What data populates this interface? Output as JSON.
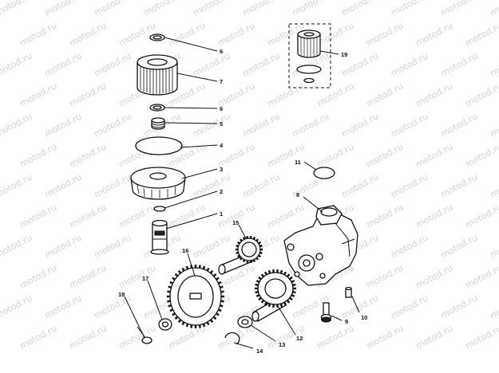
{
  "watermark": "motod.ru",
  "callouts": [
    "1",
    "2",
    "3",
    "4",
    "5",
    "6",
    "7",
    "8",
    "9",
    "10",
    "11",
    "12",
    "13",
    "14",
    "15",
    "16",
    "17",
    "18",
    "19"
  ],
  "callout_labels": {
    "c6a": "6",
    "c7": "7",
    "c6b": "6",
    "c5": "5",
    "c4": "4",
    "c3": "3",
    "c2": "2",
    "c1": "1",
    "c19": "19",
    "c11": "11",
    "c8": "8",
    "c15": "15",
    "c16": "16",
    "c17": "17",
    "c18": "18",
    "c9": "9",
    "c10": "10",
    "c12": "12",
    "c13": "13",
    "c14": "14"
  }
}
